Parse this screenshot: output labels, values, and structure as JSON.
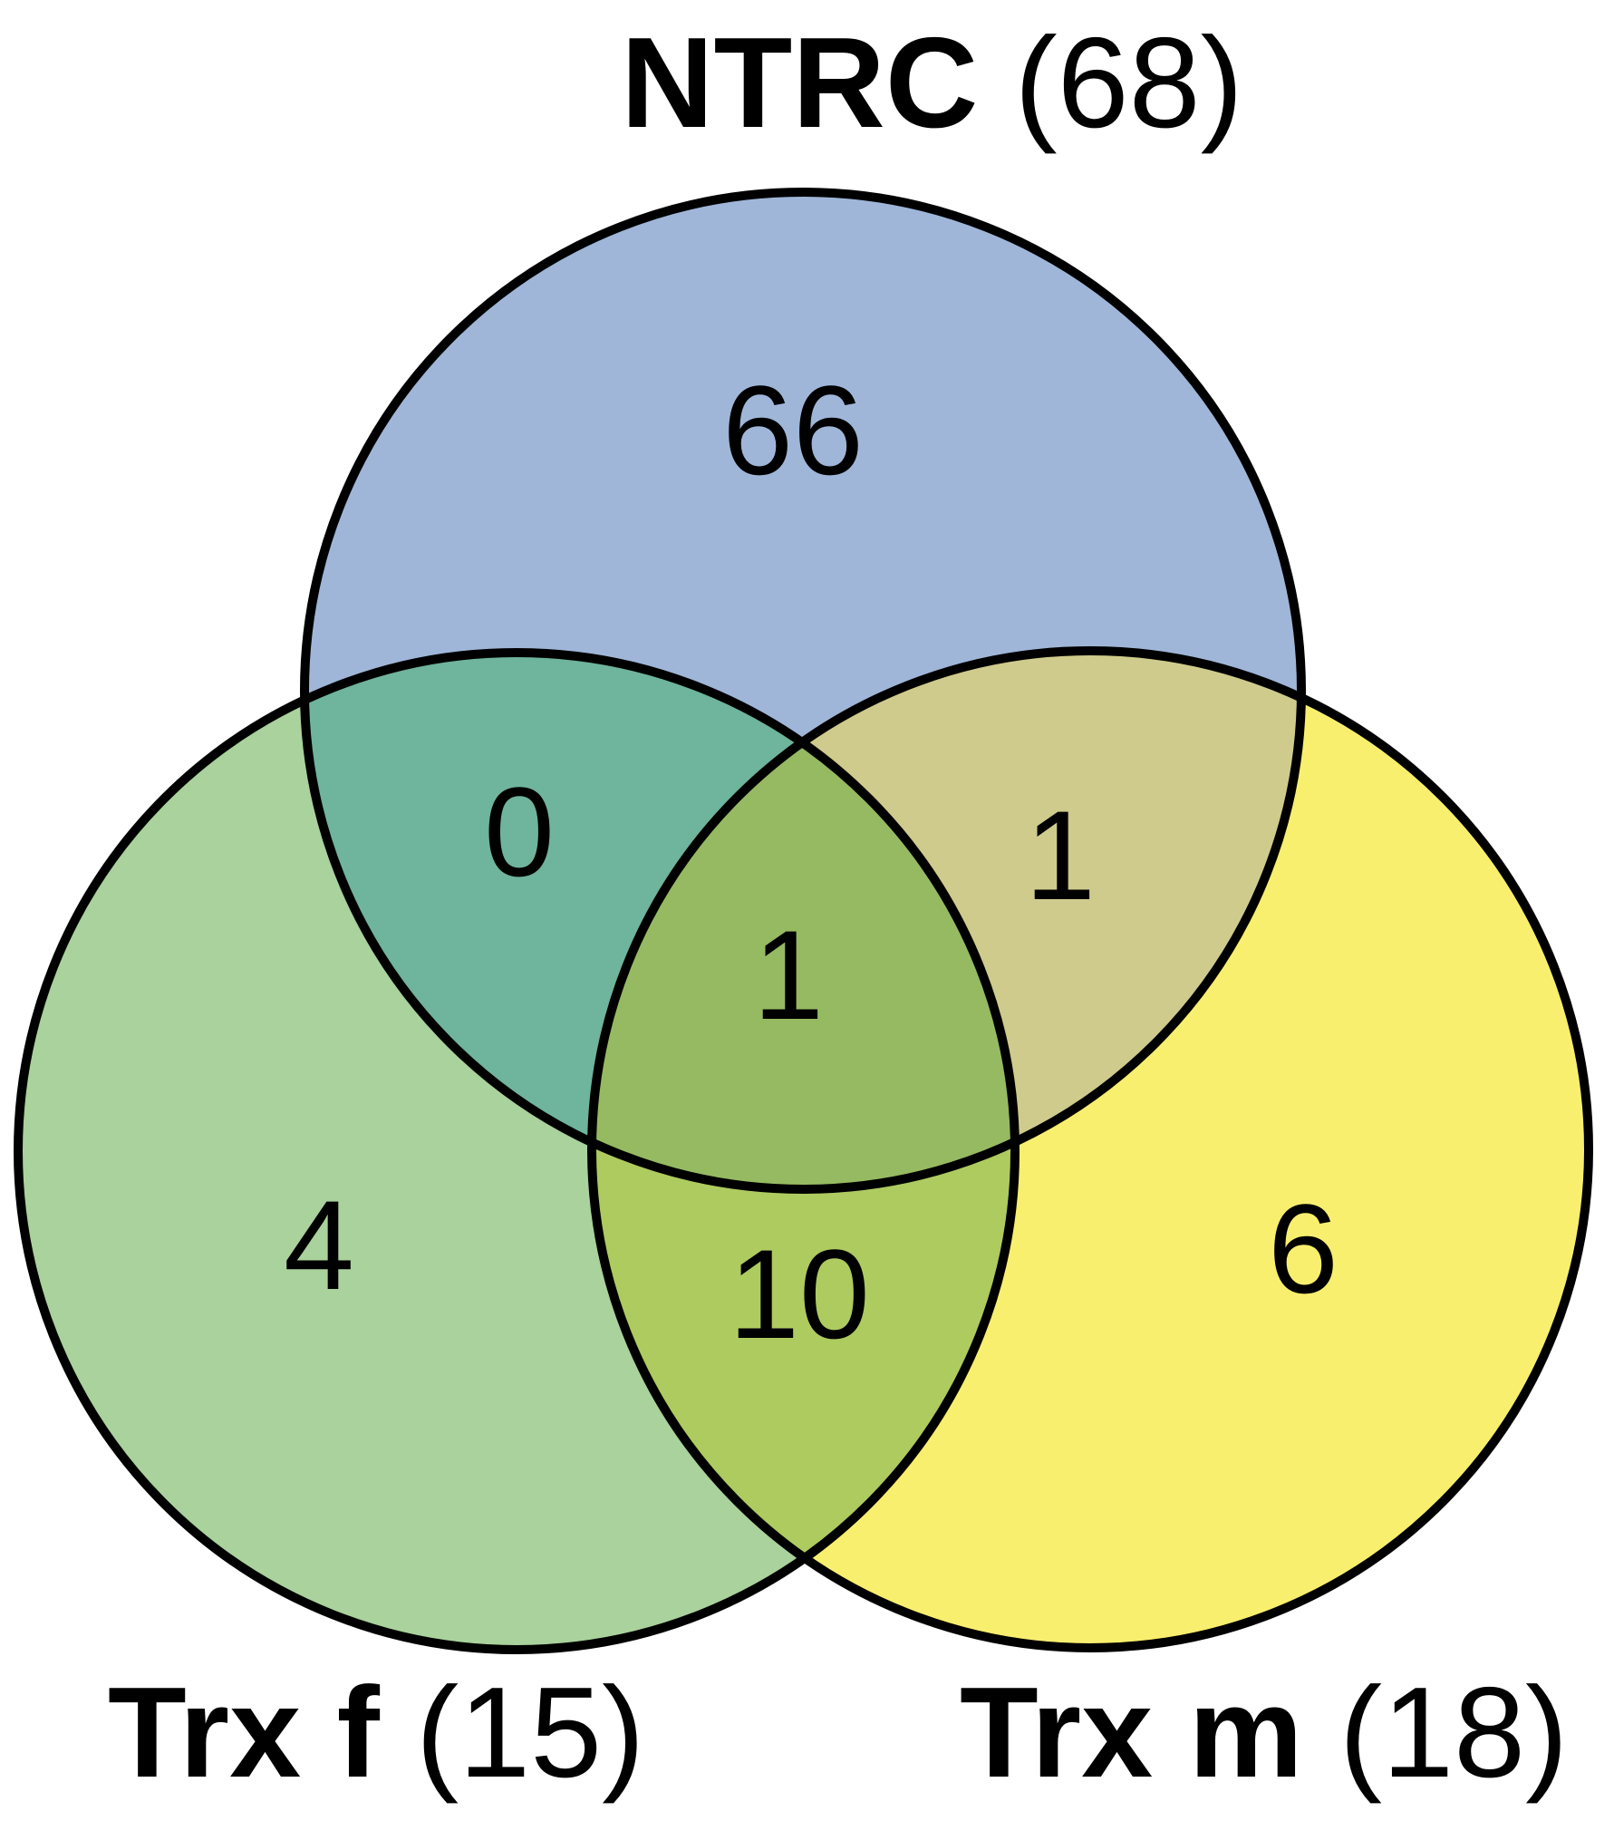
{
  "figure": {
    "type": "venn-diagram",
    "background": "#FFFFFF",
    "outline_color": "#000000",
    "text_color": "#000000",
    "sets": {
      "ntrc": {
        "label": "NTRC",
        "total": "(68)",
        "color": "#9FB6D8"
      },
      "trxf": {
        "label": "Trx f",
        "total": "(15)",
        "color": "#AAD29C"
      },
      "trxm": {
        "label": "Trx m",
        "total": "(18)",
        "color": "#F9EF6E"
      }
    },
    "overlap_colors": {
      "ntrc_trxf": "#6FB49D",
      "ntrc_trxm": "#CFCB8C",
      "trxf_trxm": "#AECB5F",
      "all_three": "#96BA61"
    },
    "counts": {
      "ntrc_only": "66",
      "trxf_only": "4",
      "trxm_only": "6",
      "ntrc_trxf": "0",
      "ntrc_trxm": "1",
      "trxf_trxm": "10",
      "all_three": "1"
    }
  },
  "chart_data": {
    "type": "venn",
    "sets": [
      {
        "name": "NTRC",
        "size": 68
      },
      {
        "name": "Trx f",
        "size": 15
      },
      {
        "name": "Trx m",
        "size": 18
      }
    ],
    "regions": {
      "NTRC_only": 66,
      "Trx_f_only": 4,
      "Trx_m_only": 6,
      "NTRC_and_Trx_f_only": 0,
      "NTRC_and_Trx_m_only": 1,
      "Trx_f_and_Trx_m_only": 10,
      "NTRC_and_Trx_f_and_Trx_m": 1
    }
  }
}
